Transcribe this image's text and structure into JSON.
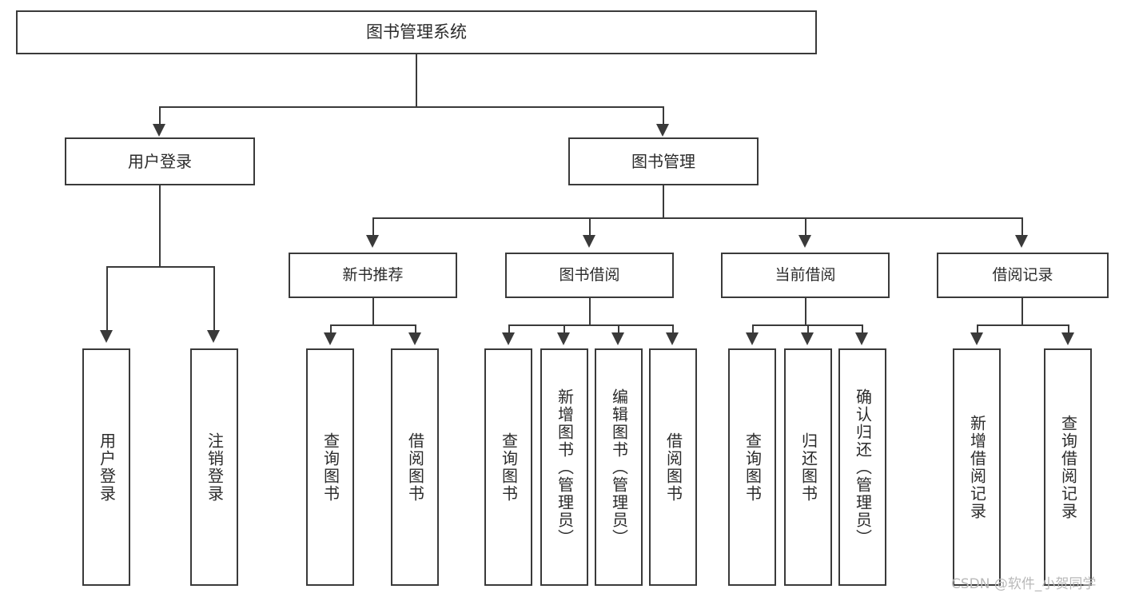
{
  "diagram": {
    "title": "图书管理系统",
    "type": "functional-structure-tree",
    "root": {
      "label": "图书管理系统"
    },
    "level2": [
      {
        "label": "用户登录"
      },
      {
        "label": "图书管理"
      }
    ],
    "level3": [
      {
        "label": "新书推荐",
        "parent": "图书管理"
      },
      {
        "label": "图书借阅",
        "parent": "图书管理"
      },
      {
        "label": "当前借阅",
        "parent": "图书管理"
      },
      {
        "label": "借阅记录",
        "parent": "图书管理"
      }
    ],
    "leaves": [
      {
        "label": "用户登录",
        "parent": "用户登录"
      },
      {
        "label": "注销登录",
        "parent": "用户登录"
      },
      {
        "label": "查询图书",
        "parent": "新书推荐"
      },
      {
        "label": "借阅图书",
        "parent": "新书推荐"
      },
      {
        "label": "查询图书",
        "parent": "图书借阅"
      },
      {
        "label": "新增图书（管理员）",
        "parent": "图书借阅"
      },
      {
        "label": "编辑图书（管理员）",
        "parent": "图书借阅"
      },
      {
        "label": "借阅图书",
        "parent": "图书借阅"
      },
      {
        "label": "查询图书",
        "parent": "当前借阅"
      },
      {
        "label": "归还图书",
        "parent": "当前借阅"
      },
      {
        "label": "确认归还（管理员）",
        "parent": "当前借阅"
      },
      {
        "label": "新增借阅记录",
        "parent": "借阅记录"
      },
      {
        "label": "查询借阅记录",
        "parent": "借阅记录"
      }
    ],
    "watermark": "CSDN @软件_小贺同学",
    "colors": {
      "stroke": "#3a3a3a",
      "text": "#2b2b2b",
      "background": "#ffffff",
      "watermark": "#b9b9b9"
    }
  }
}
